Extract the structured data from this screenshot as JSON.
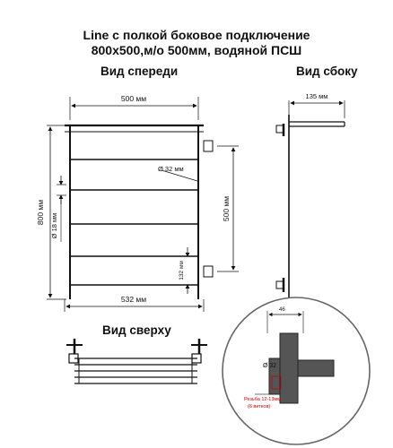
{
  "title": {
    "line1": "Line с полкой боковое подключение",
    "line2": "800x500,м/о 500мм, водяной ПСШ"
  },
  "sections": {
    "front": "Вид спереди",
    "side": "Вид сбоку",
    "top": "Вид сверху"
  },
  "dimensions": {
    "width_top": "500 мм",
    "width_bottom": "532 мм",
    "height_total": "800 мм",
    "center_distance": "500 мм",
    "pipe_diameter": "Ø 32 мм",
    "rung_diameter": "Ø 18 мм",
    "rung_step": "132 мм",
    "side_depth": "135 мм"
  },
  "detail": {
    "dim_top": "46",
    "pipe": "Ø 32",
    "thread_line1": "Резьба 12-13мм",
    "thread_line2": "(6 витков)"
  },
  "colors": {
    "line": "#111111",
    "pipe": "#555555",
    "detail_border": "#666666",
    "thread_label": "#cc0000"
  }
}
